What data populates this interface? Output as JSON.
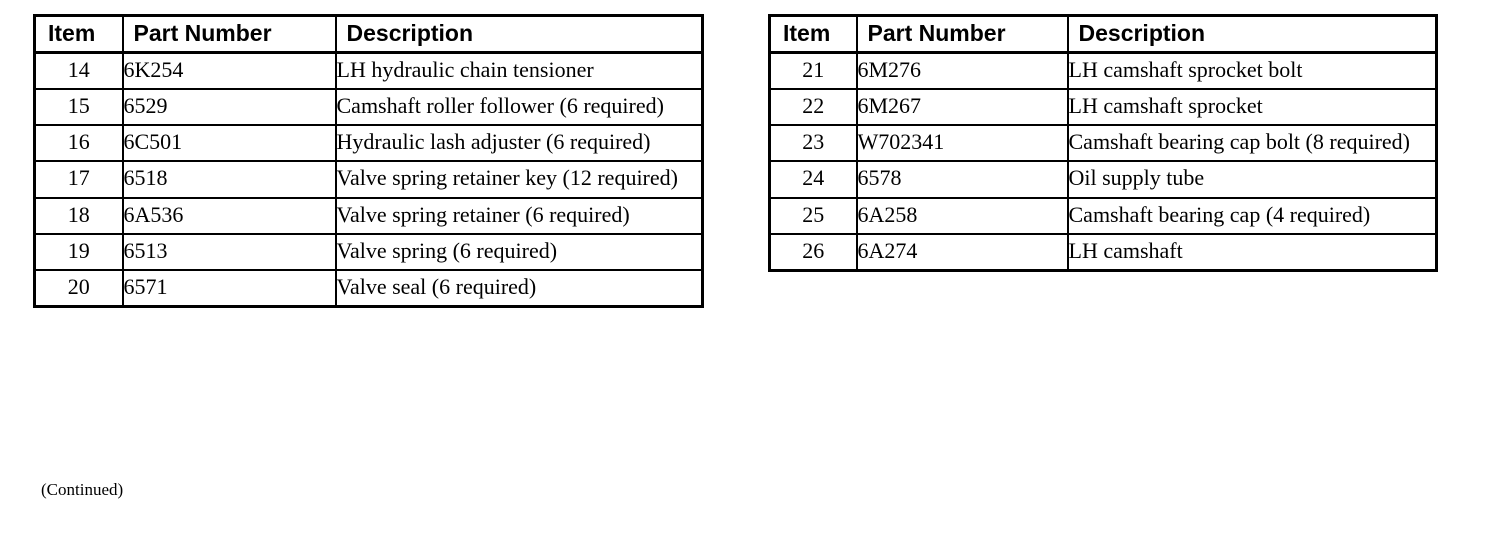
{
  "tables": [
    {
      "id": "left-table",
      "name": "parts-table-items-14-20",
      "columns": [
        "Item",
        "Part Number",
        "Description"
      ],
      "rows": [
        {
          "item": "14",
          "part_number": "6K254",
          "description": "LH hydraulic chain tensioner"
        },
        {
          "item": "15",
          "part_number": "6529",
          "description": "Camshaft roller follower (6 required)"
        },
        {
          "item": "16",
          "part_number": "6C501",
          "description": "Hydraulic lash adjuster (6 required)"
        },
        {
          "item": "17",
          "part_number": "6518",
          "description": "Valve spring retainer key (12 required)"
        },
        {
          "item": "18",
          "part_number": "6A536",
          "description": "Valve spring retainer (6 required)"
        },
        {
          "item": "19",
          "part_number": "6513",
          "description": "Valve spring (6 required)"
        },
        {
          "item": "20",
          "part_number": "6571",
          "description": "Valve seal (6 required)"
        }
      ]
    },
    {
      "id": "right-table",
      "name": "parts-table-items-21-26",
      "columns": [
        "Item",
        "Part Number",
        "Description"
      ],
      "rows": [
        {
          "item": "21",
          "part_number": "6M276",
          "description": "LH camshaft sprocket bolt"
        },
        {
          "item": "22",
          "part_number": "6M267",
          "description": "LH camshaft sprocket"
        },
        {
          "item": "23",
          "part_number": "W702341",
          "description": "Camshaft bearing cap bolt (8 required)"
        },
        {
          "item": "24",
          "part_number": "6578",
          "description": "Oil supply tube"
        },
        {
          "item": "25",
          "part_number": "6A258",
          "description": "Camshaft bearing cap (4 required)"
        },
        {
          "item": "26",
          "part_number": "6A274",
          "description": "LH camshaft"
        }
      ]
    }
  ],
  "footnote": "(Continued)",
  "colors": {
    "text": "#000000",
    "border": "#000000",
    "background": "#ffffff"
  }
}
